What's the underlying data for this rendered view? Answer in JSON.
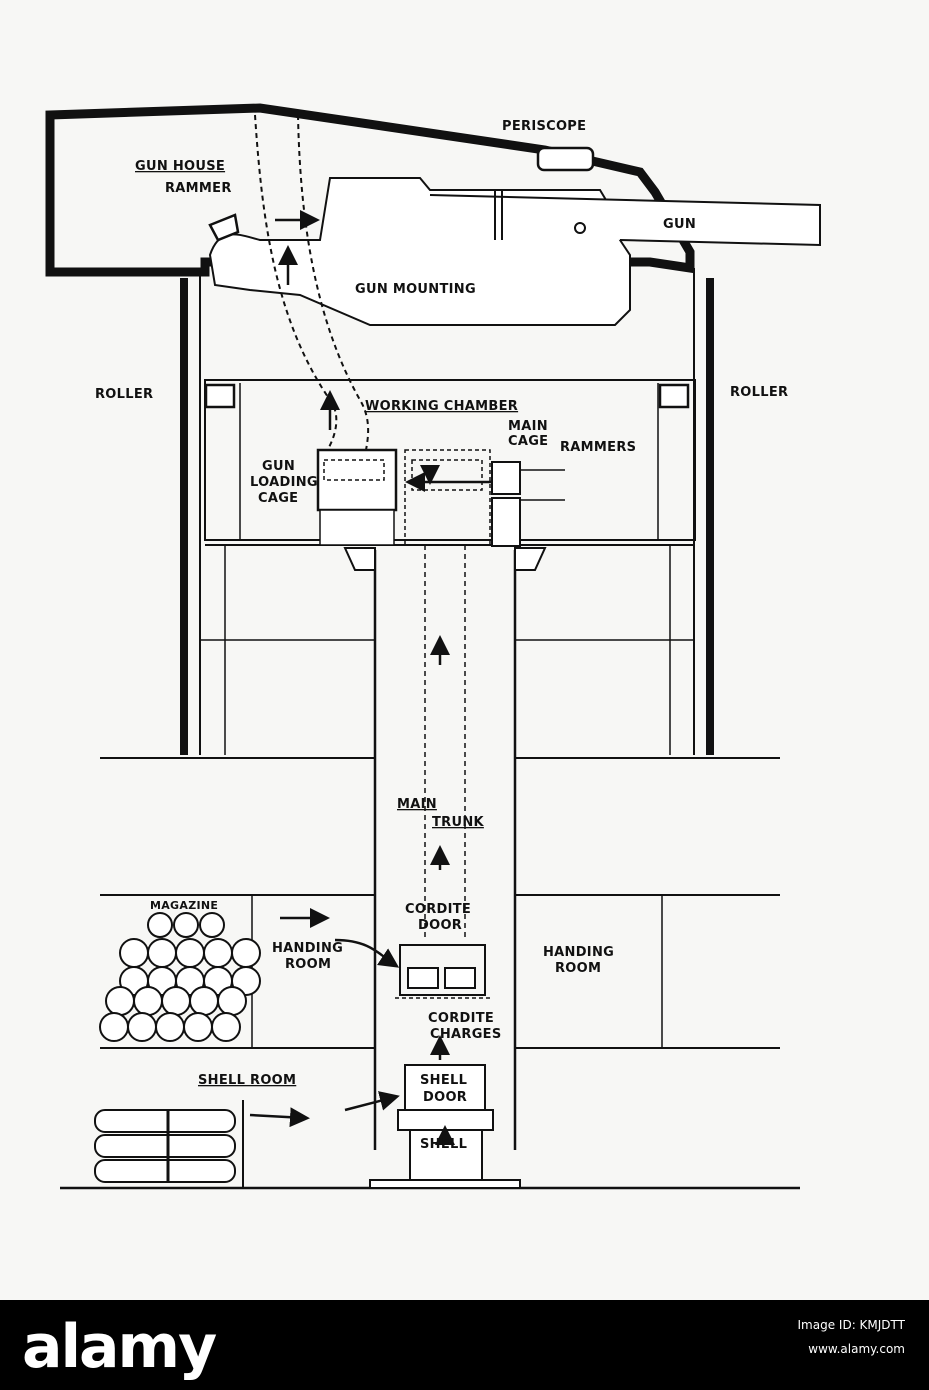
{
  "labels": {
    "periscope": "PERISCOPE",
    "gun_house": "GUN HOUSE",
    "rammer": "RAMMER",
    "gun": "GUN",
    "gun_mounting": "GUN MOUNTING",
    "roller_left": "ROLLER",
    "roller_right": "ROLLER",
    "working_chamber": "WORKING CHAMBER",
    "main_cage_1": "MAIN",
    "main_cage_2": "CAGE",
    "rammers": "RAMMERS",
    "gun_loading_1": "GUN",
    "gun_loading_2": "LOADING",
    "gun_loading_3": "CAGE",
    "main_trunk_1": "MAIN",
    "main_trunk_2": "TRUNK",
    "magazine": "MAGAZINE",
    "cordite_door_1": "CORDITE",
    "cordite_door_2": "DOOR",
    "handing_room_left_1": "HANDING",
    "handing_room_left_2": "ROOM",
    "handing_room_right_1": "HANDING",
    "handing_room_right_2": "ROOM",
    "cordite_charges_1": "CORDITE",
    "cordite_charges_2": "CHARGES",
    "shell_room": "SHELL ROOM",
    "shell_door_1": "SHELL",
    "shell_door_2": "DOOR",
    "shell": "SHELL"
  },
  "footer": {
    "brand": "alamy",
    "image_id": "Image ID: KMJDTT",
    "url": "www.alamy.com"
  }
}
